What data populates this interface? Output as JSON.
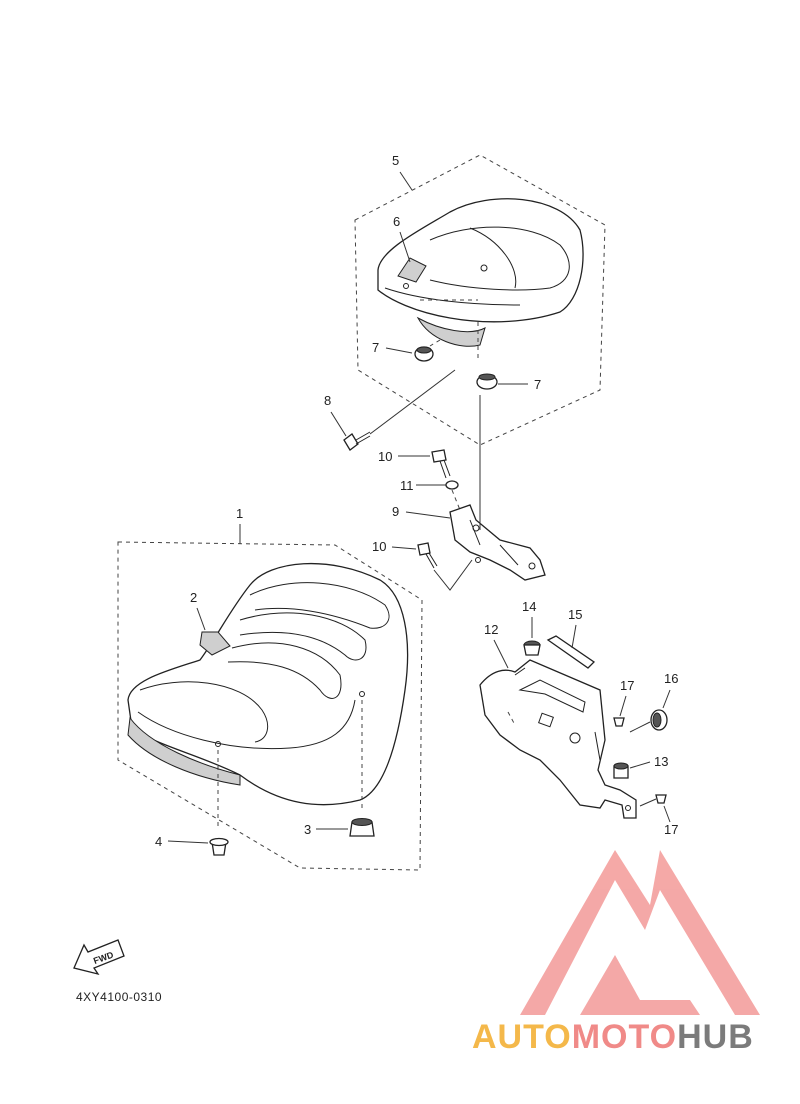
{
  "diagram": {
    "callouts": [
      "1",
      "2",
      "3",
      "4",
      "5",
      "6",
      "7",
      "7",
      "8",
      "9",
      "10",
      "10",
      "11",
      "12",
      "13",
      "14",
      "15",
      "16",
      "17",
      "17"
    ],
    "fwd_label": "FWD",
    "part_code": "4XY4100-0310"
  },
  "watermark": {
    "text_a": "AUTO",
    "text_m": "MOTO",
    "text_h": "HUB",
    "colors": {
      "auto": "#f4b84a",
      "moto": "#f08a88",
      "hub": "#7b7b7b",
      "triangle": "#f39a98"
    }
  }
}
